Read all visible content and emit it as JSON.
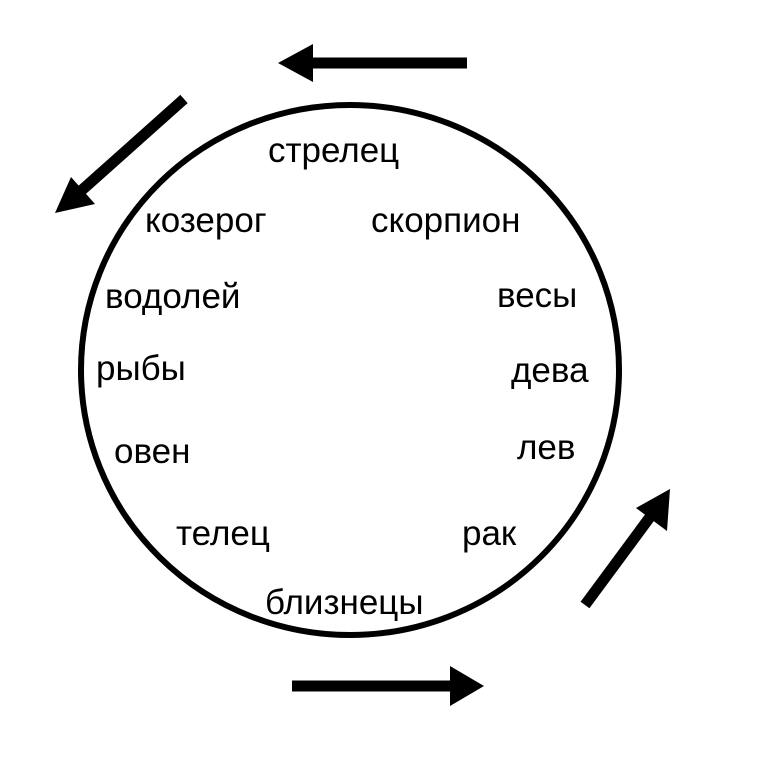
{
  "diagram": {
    "signs": {
      "sagittarius": "стрелец",
      "capricorn": "козерог",
      "scorpio": "скорпион",
      "aquarius": "водолей",
      "libra": "весы",
      "pisces": "рыбы",
      "virgo": "дева",
      "aries": "овен",
      "leo": "лев",
      "taurus": "телец",
      "cancer": "рак",
      "gemini": "близнецы"
    },
    "arrows": [
      "arrow-left",
      "arrow-down-left",
      "arrow-right",
      "arrow-up-right"
    ],
    "colors": {
      "stroke": "#000000",
      "background": "#ffffff"
    }
  }
}
